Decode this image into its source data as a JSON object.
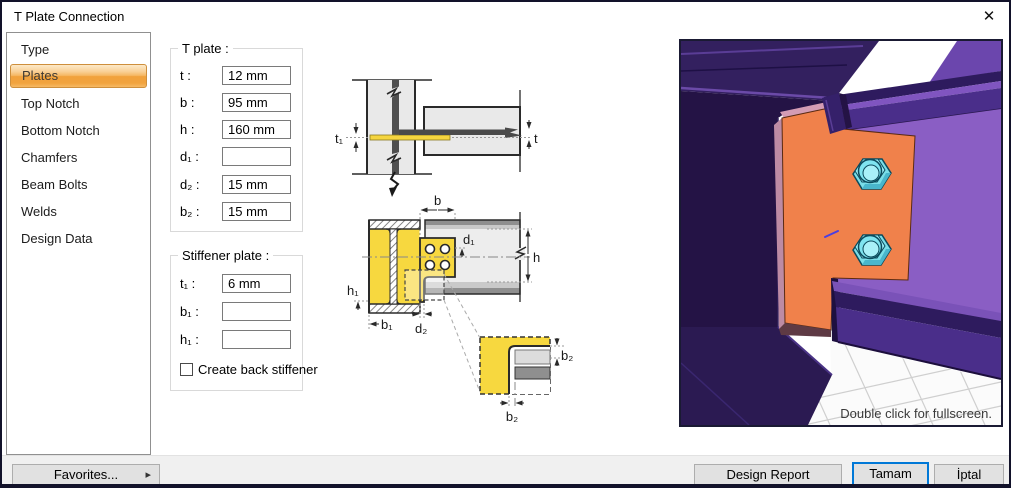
{
  "window": {
    "title": "T Plate Connection",
    "close_glyph": "✕"
  },
  "sidebar": {
    "items": [
      {
        "label": "Type",
        "selected": false
      },
      {
        "label": "Plates",
        "selected": true
      },
      {
        "label": "Top Notch",
        "selected": false
      },
      {
        "label": "Bottom Notch",
        "selected": false
      },
      {
        "label": "Chamfers",
        "selected": false
      },
      {
        "label": "Beam Bolts",
        "selected": false
      },
      {
        "label": "Welds",
        "selected": false
      },
      {
        "label": "Design Data",
        "selected": false
      }
    ]
  },
  "t_plate_group": {
    "title": "T plate :",
    "fields": [
      {
        "label": "t :",
        "value": "12 mm"
      },
      {
        "label": "b :",
        "value": "95 mm"
      },
      {
        "label": "h :",
        "value": "160 mm"
      },
      {
        "label": "d₁ :",
        "value": ""
      },
      {
        "label": "d₂ :",
        "value": "15 mm"
      },
      {
        "label": "b₂ :",
        "value": "15 mm"
      }
    ]
  },
  "stiffener_group": {
    "title": "Stiffener plate :",
    "fields": [
      {
        "label": "t₁ :",
        "value": "6 mm"
      },
      {
        "label": "b₁ :",
        "value": ""
      },
      {
        "label": "h₁ :",
        "value": ""
      }
    ],
    "checkbox": {
      "label": "Create back stiffener",
      "checked": false
    }
  },
  "diagram_labels": {
    "t1": "t₁",
    "t": "t",
    "b": "b",
    "d1": "d₁",
    "h": "h",
    "h1": "h₁",
    "b1": "b₁",
    "d2": "d₂",
    "b2": "b₂"
  },
  "viewport": {
    "hint": "Double click for fullscreen."
  },
  "footer": {
    "favorites_label": "Favorites...",
    "favorites_arrow": "▸",
    "design_report_label": "Design Report",
    "ok_label": "Tamam",
    "cancel_label": "İptal"
  },
  "colors": {
    "selection_orange": "#F1A33E",
    "default_button_border": "#0078D7",
    "plate_orange": "#F0814B",
    "bolt_cyan": "#7FE4F0",
    "beam_purple": "#8A5EC4",
    "dark_purple": "#241345",
    "diagram_yellow": "#F7D83F"
  }
}
